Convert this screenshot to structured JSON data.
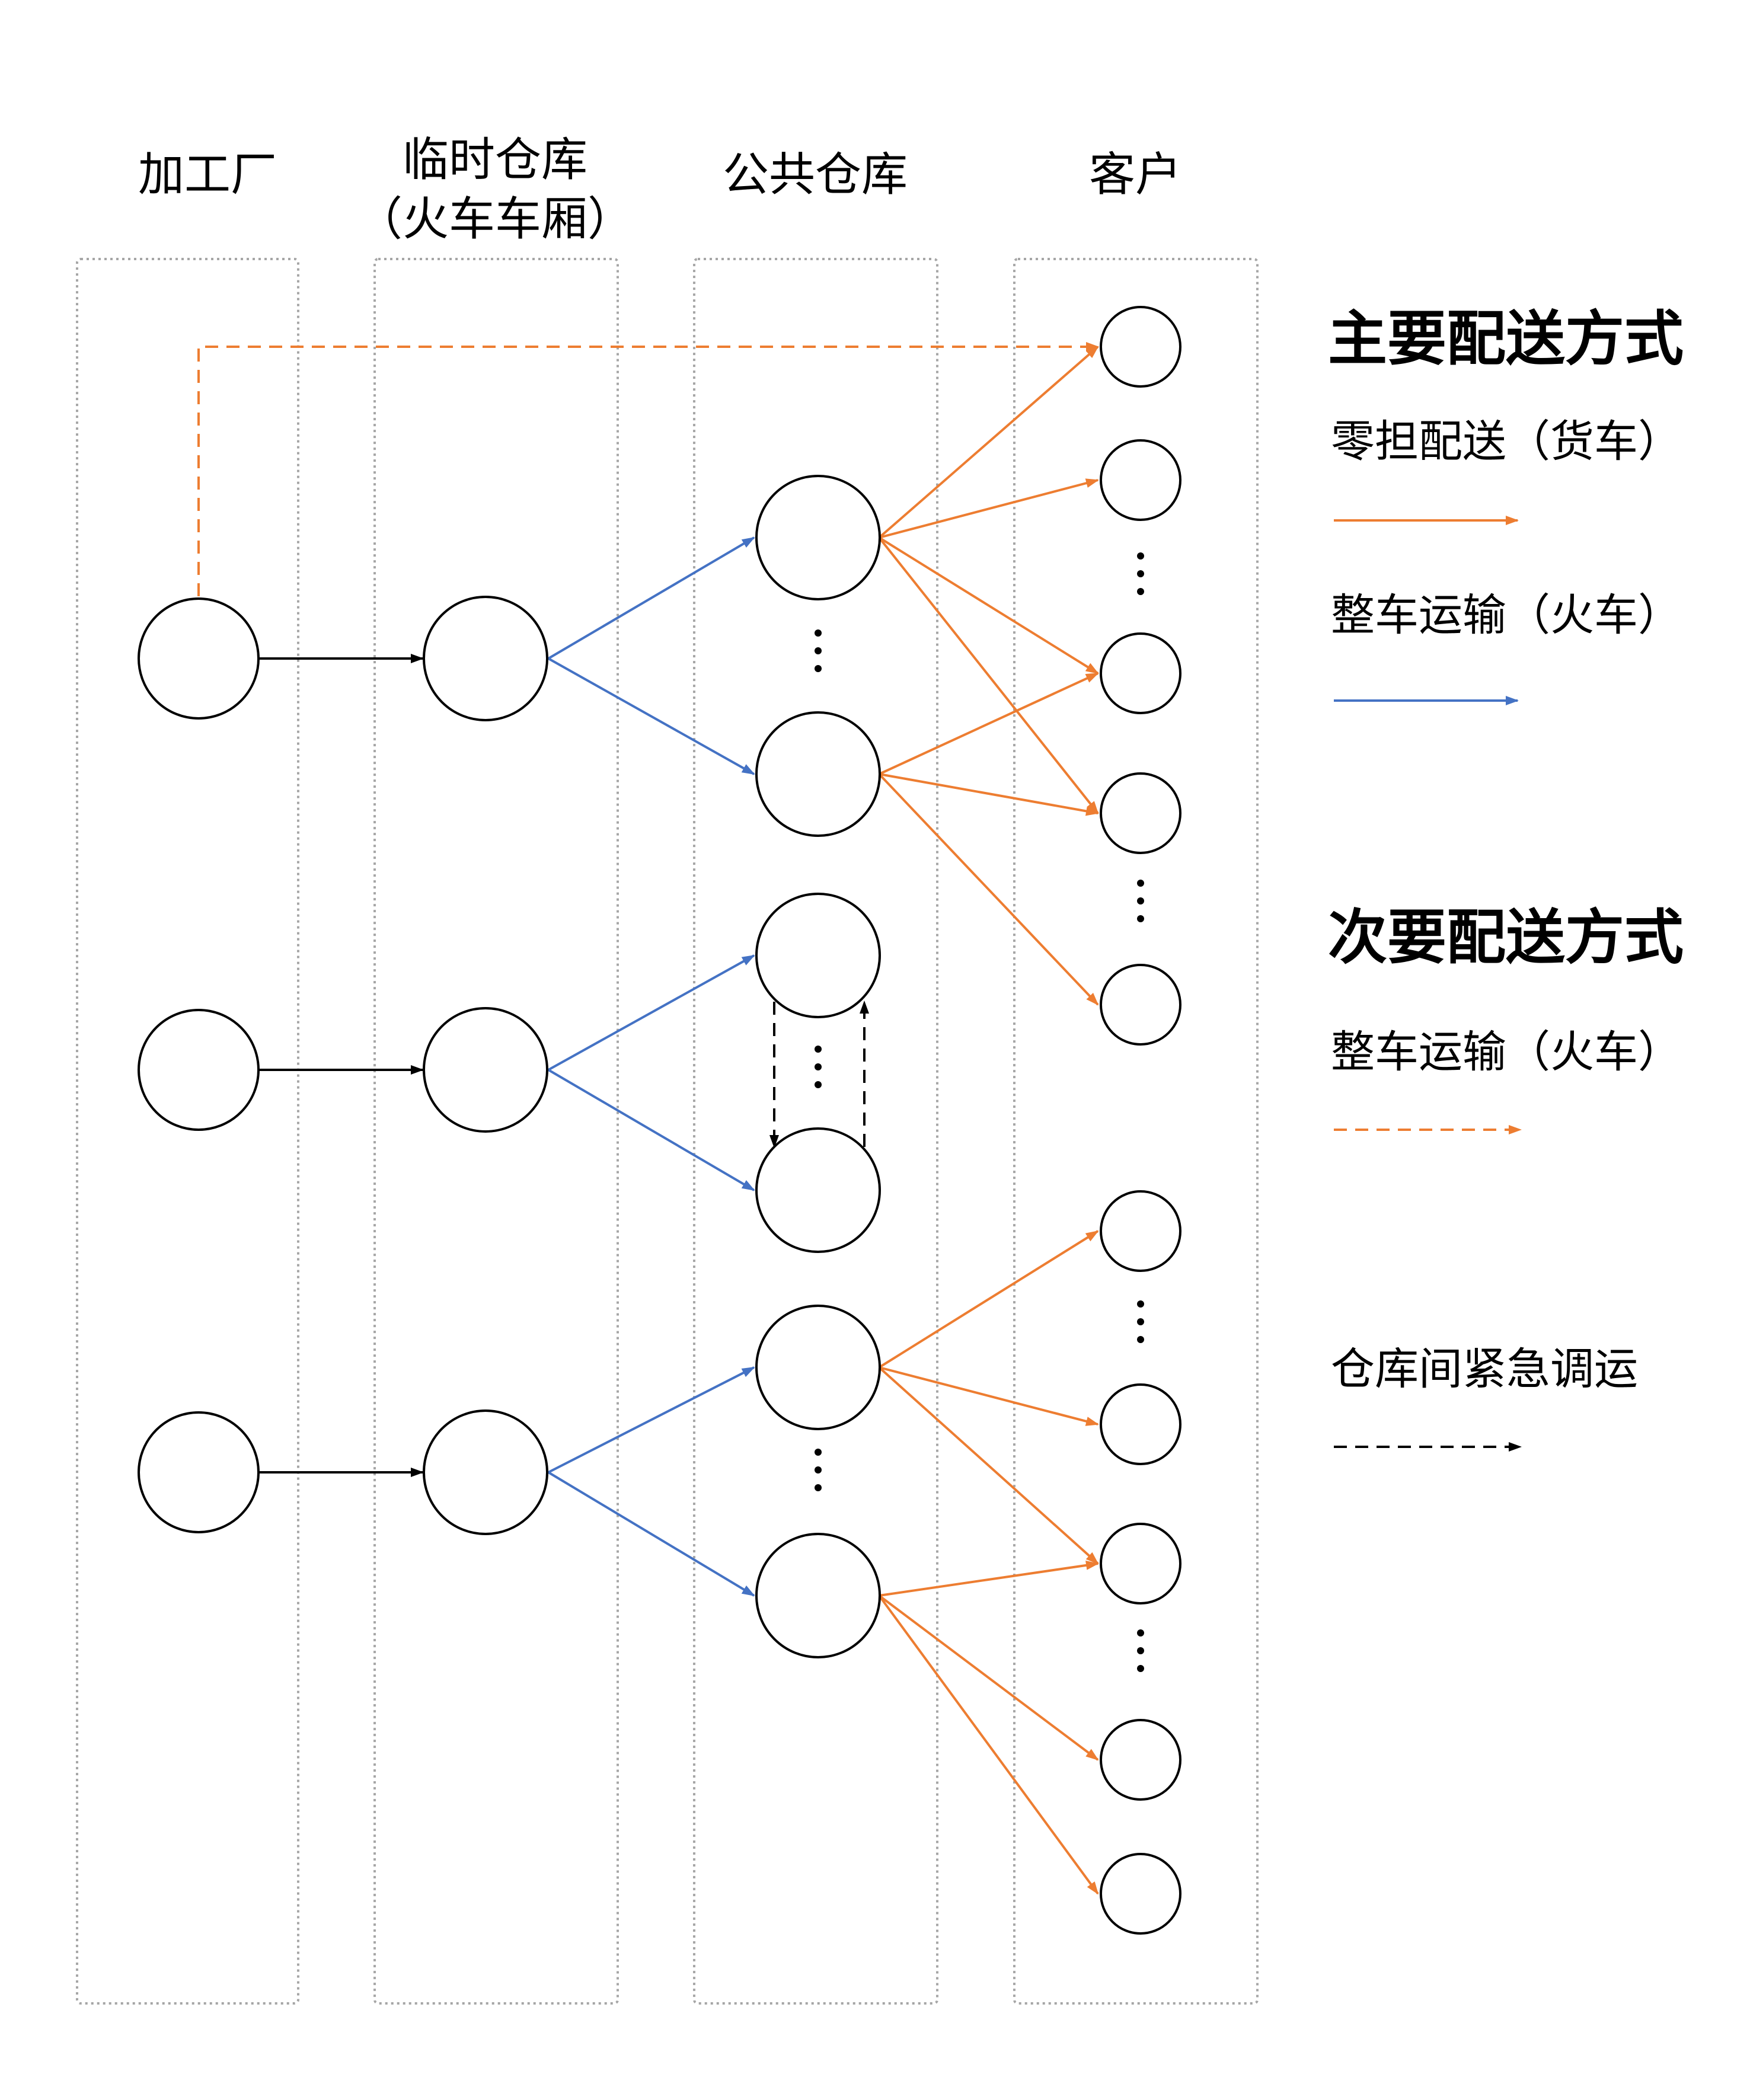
{
  "columns": [
    {
      "title": "加工厂",
      "subtitle": ""
    },
    {
      "title": "临时仓库",
      "subtitle": "（火车车厢）"
    },
    {
      "title": "公共仓库",
      "subtitle": ""
    },
    {
      "title": "客户",
      "subtitle": ""
    }
  ],
  "legend": {
    "primary": {
      "heading": "主要配送方式",
      "items": [
        {
          "label": "零担配送（货车）",
          "color": "#ED7D31",
          "style": "solid"
        },
        {
          "label": "整车运输（火车）",
          "color": "#4472C4",
          "style": "solid"
        }
      ]
    },
    "secondary": {
      "heading": "次要配送方式",
      "items": [
        {
          "label": "整车运输（火车）",
          "color": "#ED7D31",
          "style": "dashed"
        }
      ]
    },
    "emergency": {
      "label": "仓库间紧急调运",
      "color": "#000000",
      "style": "dashed"
    }
  },
  "colors": {
    "orange": "#ED7D31",
    "blue": "#4472C4",
    "black": "#000000",
    "column_border": "#A6A6A6"
  },
  "ellipsis_glyph": "⋮"
}
